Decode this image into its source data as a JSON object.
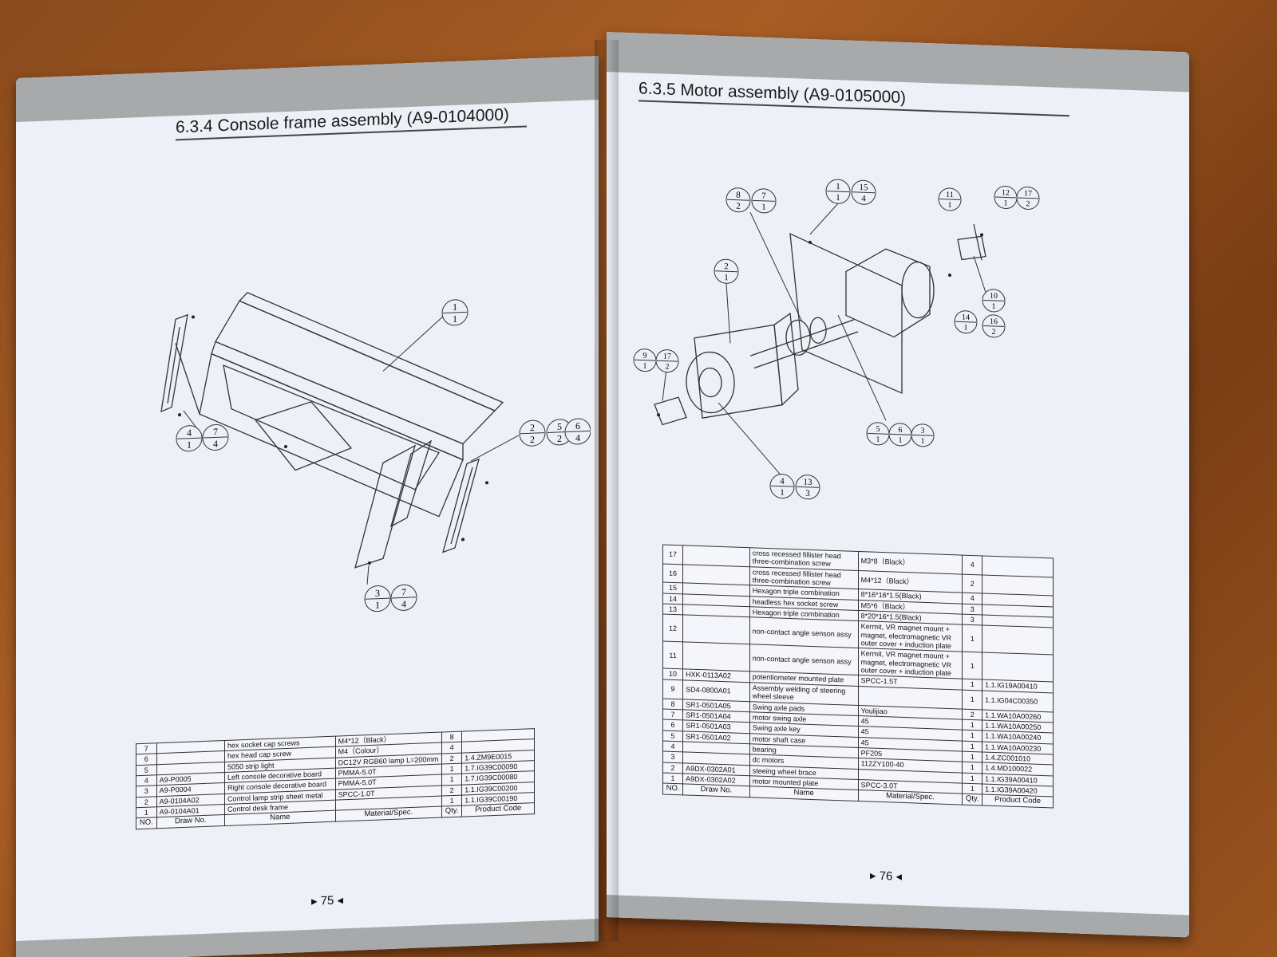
{
  "left_page": {
    "title": "6.3.4 Console frame assembly (A9-0104000)",
    "page_number": "75",
    "callouts": [
      {
        "top": "1",
        "bottom": "1"
      },
      {
        "top": "4",
        "bottom": "1"
      },
      {
        "top": "7",
        "bottom": "4"
      },
      {
        "top": "2",
        "bottom": "2"
      },
      {
        "top": "5",
        "bottom": "2"
      },
      {
        "top": "6",
        "bottom": "4"
      },
      {
        "top": "3",
        "bottom": "1"
      },
      {
        "top": "7",
        "bottom": "4"
      }
    ],
    "table": {
      "headers": {
        "no": "NO.",
        "draw": "Draw No.",
        "name": "Name",
        "material": "Material/Spec.",
        "qty": "Qty.",
        "code": "Product Code"
      },
      "rows": [
        {
          "no": "7",
          "draw": "",
          "name": "hex socket cap screws",
          "material": "M4*12（Black）",
          "qty": "8",
          "code": ""
        },
        {
          "no": "6",
          "draw": "",
          "name": "hex head cap screw",
          "material": "M4（Colour）",
          "qty": "4",
          "code": ""
        },
        {
          "no": "5",
          "draw": "",
          "name": "5050 strip light",
          "material": "DC12V RGB60 lamp L=200mm",
          "qty": "2",
          "code": "1.4.ZM9E0015"
        },
        {
          "no": "4",
          "draw": "A9-P0005",
          "name": "Left console decorative board",
          "material": "PMMA-5.0T",
          "qty": "1",
          "code": "1.7.IG39C00090"
        },
        {
          "no": "3",
          "draw": "A9-P0004",
          "name": "Right console decorative board",
          "material": "PMMA-5.0T",
          "qty": "1",
          "code": "1.7.IG39C00080"
        },
        {
          "no": "2",
          "draw": "A9-0104A02",
          "name": "Control lamp strip sheet metal",
          "material": "SPCC-1.0T",
          "qty": "2",
          "code": "1.1.IG39C00200"
        },
        {
          "no": "1",
          "draw": "A9-0104A01",
          "name": "Control desk frame",
          "material": "",
          "qty": "1",
          "code": "1.1.IG39C00190"
        }
      ]
    }
  },
  "right_page": {
    "title": "6.3.5 Motor assembly (A9-0105000)",
    "page_number": "76",
    "callouts": [
      {
        "top": "8",
        "bottom": "2"
      },
      {
        "top": "7",
        "bottom": "1"
      },
      {
        "top": "1",
        "bottom": "1"
      },
      {
        "top": "15",
        "bottom": "4"
      },
      {
        "top": "11",
        "bottom": "1"
      },
      {
        "top": "12",
        "bottom": "1"
      },
      {
        "top": "17",
        "bottom": "2"
      },
      {
        "top": "2",
        "bottom": "1"
      },
      {
        "top": "10",
        "bottom": "1"
      },
      {
        "top": "14",
        "bottom": "1"
      },
      {
        "top": "16",
        "bottom": "2"
      },
      {
        "top": "9",
        "bottom": "1"
      },
      {
        "top": "17",
        "bottom": "2"
      },
      {
        "top": "5",
        "bottom": "1"
      },
      {
        "top": "6",
        "bottom": "1"
      },
      {
        "top": "3",
        "bottom": "1"
      },
      {
        "top": "4",
        "bottom": "1"
      },
      {
        "top": "13",
        "bottom": "3"
      }
    ],
    "table": {
      "headers": {
        "no": "NO.",
        "draw": "Draw No.",
        "name": "Name",
        "material": "Material/Spec.",
        "qty": "Qty.",
        "code": "Product Code"
      },
      "rows": [
        {
          "no": "17",
          "draw": "",
          "name": "cross recessed fillister head three-combination screw",
          "material": "M3*8（Black）",
          "qty": "4",
          "code": ""
        },
        {
          "no": "16",
          "draw": "",
          "name": "cross recessed fillister head three-combination screw",
          "material": "M4*12（Black）",
          "qty": "2",
          "code": ""
        },
        {
          "no": "15",
          "draw": "",
          "name": "Hexagon triple combination",
          "material": "8*16*16*1.5(Black)",
          "qty": "4",
          "code": ""
        },
        {
          "no": "14",
          "draw": "",
          "name": "headless hex socket screw",
          "material": "M5*6（Black）",
          "qty": "3",
          "code": ""
        },
        {
          "no": "13",
          "draw": "",
          "name": "Hexagon triple combination",
          "material": "8*20*16*1.5(Black)",
          "qty": "3",
          "code": ""
        },
        {
          "no": "12",
          "draw": "",
          "name": "non-contact angle senson assy",
          "material": "Kermit, VR magnet mount + magnet, electromagnetic VR outer cover + induction plate",
          "qty": "1",
          "code": ""
        },
        {
          "no": "11",
          "draw": "",
          "name": "non-contact angle senson assy",
          "material": "Kermit, VR magnet mount + magnet, electromagnetic VR outer cover + induction plate",
          "qty": "1",
          "code": ""
        },
        {
          "no": "10",
          "draw": "HXK-0113A02",
          "name": "potentiometer mounted plate",
          "material": "SPCC-1.5T",
          "qty": "1",
          "code": "1.1.IG19A00410"
        },
        {
          "no": "9",
          "draw": "SD4-0800A01",
          "name": "Assembly welding of steering wheel sleeve",
          "material": "",
          "qty": "1",
          "code": "1.1.IG04C00350"
        },
        {
          "no": "8",
          "draw": "SR1-0501A05",
          "name": "Swing axle pads",
          "material": "Youlijiao",
          "qty": "2",
          "code": "1.1.WA10A00260"
        },
        {
          "no": "7",
          "draw": "SR1-0501A04",
          "name": "motor swing axle",
          "material": "45",
          "qty": "1",
          "code": "1.1.WA10A00250"
        },
        {
          "no": "6",
          "draw": "SR1-0501A03",
          "name": "Swing axle key",
          "material": "45",
          "qty": "1",
          "code": "1.1.WA10A00240"
        },
        {
          "no": "5",
          "draw": "SR1-0501A02",
          "name": "motor shaft case",
          "material": "45",
          "qty": "1",
          "code": "1.1.WA10A00230"
        },
        {
          "no": "4",
          "draw": "",
          "name": "bearing",
          "material": "PF205",
          "qty": "1",
          "code": "1.4.ZC001010"
        },
        {
          "no": "3",
          "draw": "",
          "name": "dc motors",
          "material": "112ZY100-40",
          "qty": "1",
          "code": "1.4.MD100022"
        },
        {
          "no": "2",
          "draw": "A9DX-0302A01",
          "name": "steeing wheel brace",
          "material": "",
          "qty": "1",
          "code": "1.1.IG39A00410"
        },
        {
          "no": "1",
          "draw": "A9DX-0302A02",
          "name": "motor mounted plate",
          "material": "SPCC-3.0T",
          "qty": "1",
          "code": "1.1.IG39A00420"
        }
      ]
    }
  }
}
